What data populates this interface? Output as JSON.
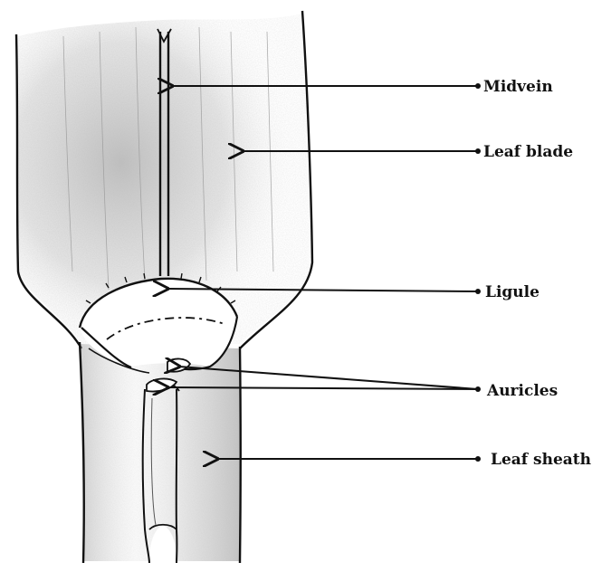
{
  "labels": {
    "midvein": "Midvein",
    "leaf_blade": "Leaf blade",
    "ligule": "Ligule",
    "auricles": "Auricles",
    "leaf_sheath": "Leaf sheath"
  },
  "colors": {
    "ink": "#111111",
    "shade": "#9a9a9a",
    "paper": "#ffffff"
  }
}
